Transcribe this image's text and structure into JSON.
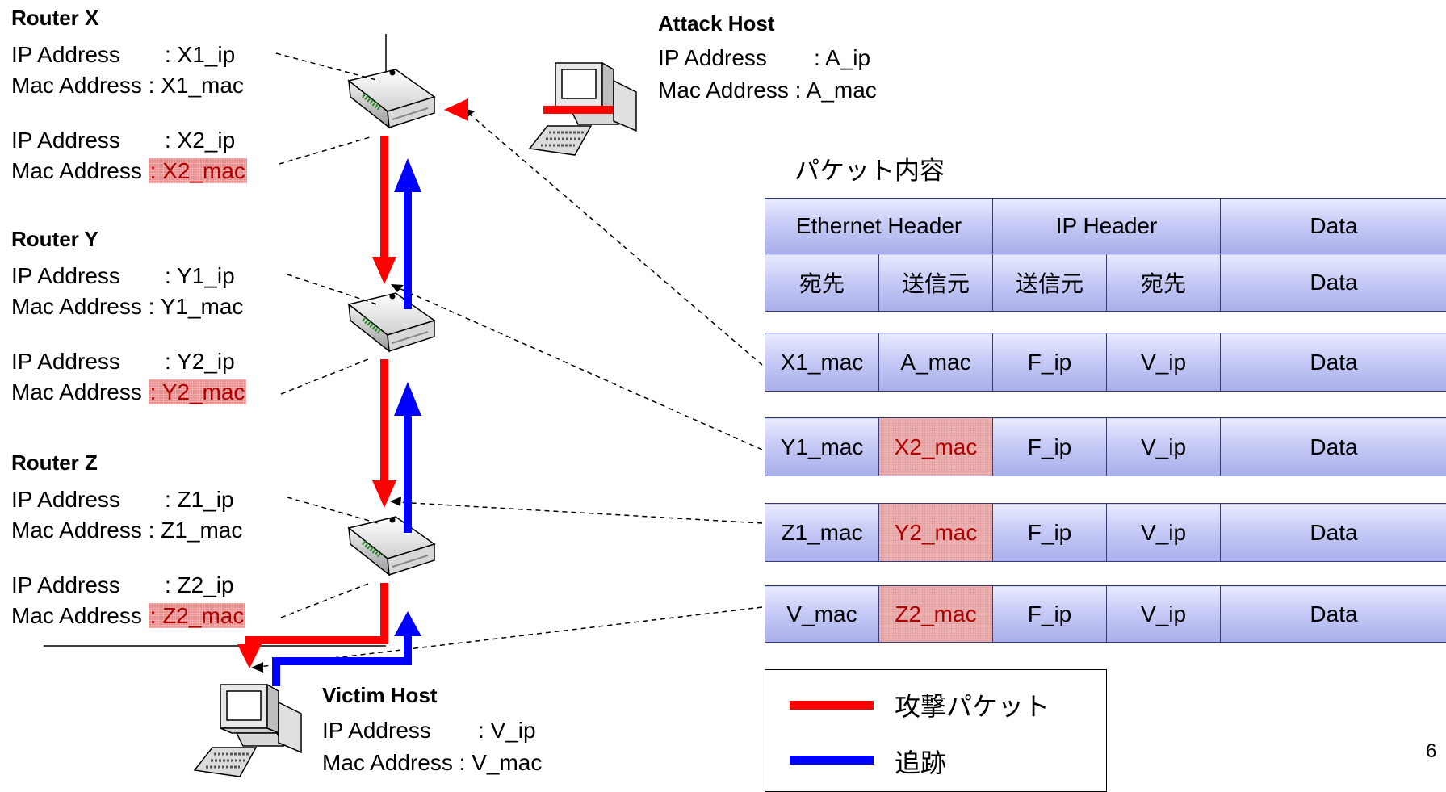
{
  "routers": [
    {
      "title": "Router X",
      "iface1": {
        "ip_label": "IP Address",
        "ip_value": ": X1_ip",
        "mac_label": "Mac Address",
        "mac_value": ": X1_mac"
      },
      "iface2": {
        "ip_label": "IP Address",
        "ip_value": ": X2_ip",
        "mac_label": "Mac Address",
        "mac_value": "X2_mac"
      }
    },
    {
      "title": "Router Y",
      "iface1": {
        "ip_label": "IP Address",
        "ip_value": ": Y1_ip",
        "mac_label": "Mac Address",
        "mac_value": ": Y1_mac"
      },
      "iface2": {
        "ip_label": "IP Address",
        "ip_value": ": Y2_ip",
        "mac_label": "Mac Address",
        "mac_value": "Y2_mac"
      }
    },
    {
      "title": "Router Z",
      "iface1": {
        "ip_label": "IP Address",
        "ip_value": ": Z1_ip",
        "mac_label": "Mac Address",
        "mac_value": ": Z1_mac"
      },
      "iface2": {
        "ip_label": "IP Address",
        "ip_value": ": Z2_ip",
        "mac_label": "Mac Address",
        "mac_value": "Z2_mac"
      }
    }
  ],
  "attack_host": {
    "title": "Attack Host",
    "ip_label": "IP Address",
    "ip_value": ": A_ip",
    "mac_label": "Mac Address",
    "mac_value": ": A_mac"
  },
  "victim_host": {
    "title": "Victim Host",
    "ip_label": "IP Address",
    "ip_value": ": V_ip",
    "mac_label": "Mac Address",
    "mac_value": ": V_mac"
  },
  "packet": {
    "title": "パケット内容",
    "header_groups": [
      "Ethernet Header",
      "IP Header",
      "Data"
    ],
    "subheaders": [
      "宛先",
      "送信元",
      "送信元",
      "宛先",
      "Data"
    ],
    "rows": [
      [
        "X1_mac",
        "A_mac",
        "F_ip",
        "V_ip",
        "Data"
      ],
      [
        "Y1_mac",
        "X2_mac",
        "F_ip",
        "V_ip",
        "Data"
      ],
      [
        "Z1_mac",
        "Y2_mac",
        "F_ip",
        "V_ip",
        "Data"
      ],
      [
        "V_mac",
        "Z2_mac",
        "F_ip",
        "V_ip",
        "Data"
      ]
    ]
  },
  "legend": {
    "attack_label": "攻撃パケット",
    "trace_label": "追跡"
  },
  "colors": {
    "attack": "#ff0000",
    "trace": "#0000ff",
    "cell": "#c7cbf6",
    "highlight": "#e39a9a"
  },
  "page_number": "6"
}
